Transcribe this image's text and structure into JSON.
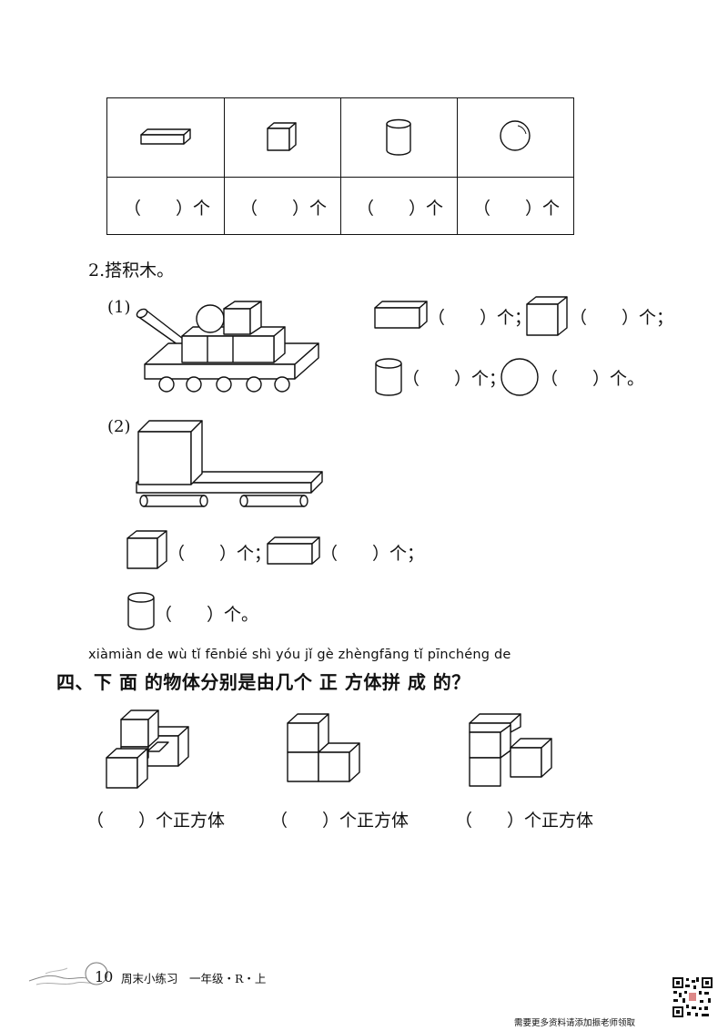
{
  "table": {
    "icons": [
      "cuboid-icon",
      "cube-icon",
      "cylinder-icon",
      "sphere-icon"
    ],
    "cells": [
      "（　　）个",
      "（　　）个",
      "（　　）个",
      "（　　）个"
    ]
  },
  "q2": {
    "title": "2.搭积木。",
    "part1": {
      "label": "(1)",
      "rows": [
        [
          "（　　）个；",
          "（　　）个；"
        ],
        [
          "（　　）个；",
          "（　　）个。"
        ]
      ]
    },
    "part2": {
      "label": "(2)",
      "rows": [
        [
          "（　　）个；",
          "（　　）个；"
        ],
        [
          "（　　）个。"
        ]
      ]
    }
  },
  "q4": {
    "pinyin": "xiàmiàn de wù  tǐ  fēnbié shì yóu  jǐ  gè zhèngfāng  tǐ  pīnchéng de",
    "title": "四、下 面 的物体分别是由几个  正  方体拼  成  的？",
    "answers": [
      "（　　）个正方体",
      "（　　）个正方体",
      "（　　）个正方体"
    ]
  },
  "footer": {
    "page_number": "10",
    "text": "周末小练习　一年级・R・上",
    "note": "需要更多资料请添加振老师领取"
  }
}
